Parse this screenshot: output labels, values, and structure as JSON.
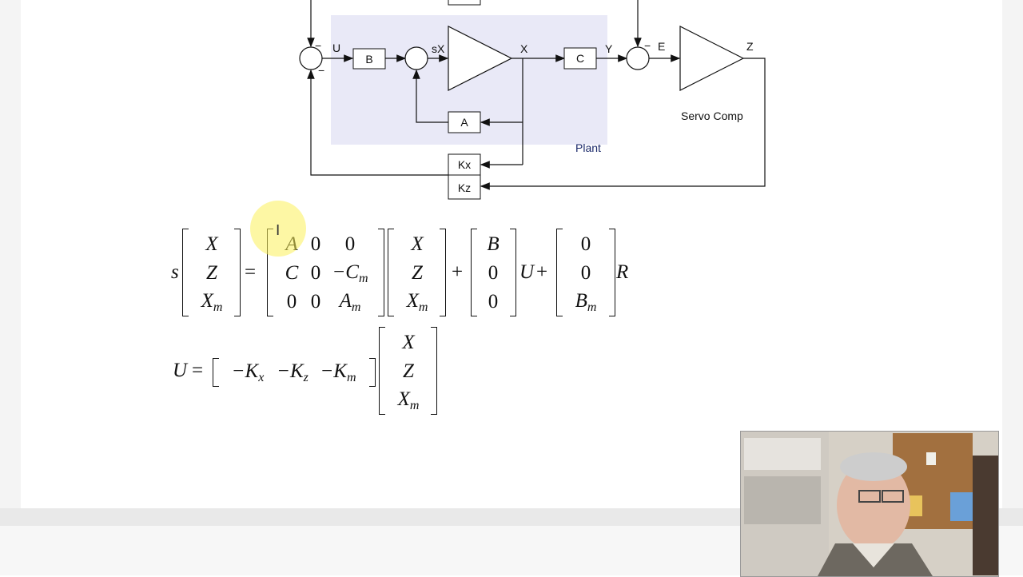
{
  "diagram": {
    "blocks": {
      "B": "B",
      "C": "C",
      "A": "A",
      "Kx": "Kx",
      "Kz": "Kz"
    },
    "signals": {
      "U": "U",
      "sX": "sX",
      "X": "X",
      "Y": "Y",
      "E": "E",
      "Z": "Z"
    },
    "signs": {
      "sum1_top": "−",
      "sum1_bottom": "−",
      "sum3_left": "−"
    },
    "plant_label": "Plant",
    "servo_label": "Servo Comp",
    "colors": {
      "plant_bg": "#e9e9f7",
      "plant_label": "#1c2a6b",
      "line": "#111111"
    }
  },
  "equations": {
    "eq1": {
      "lhs_s": "s",
      "state_vector": [
        "X",
        "Z",
        "X_m"
      ],
      "equals": "=",
      "A_matrix": [
        [
          "A",
          "0",
          "0"
        ],
        [
          "C",
          "0",
          "−C_m"
        ],
        [
          "0",
          "0",
          "A_m"
        ]
      ],
      "state_vector_rhs": [
        "X",
        "Z",
        "X_m"
      ],
      "plus1": "+",
      "B_vector": [
        "B",
        "0",
        "0"
      ],
      "U": "U",
      "plus2": "+",
      "R_vector": [
        "0",
        "0",
        "B_m"
      ],
      "R": "R"
    },
    "eq2": {
      "lhs": "U",
      "equals": "=",
      "gain_row": [
        "−K_x",
        "−K_z",
        "−K_m"
      ],
      "state_vector": [
        "X",
        "Z",
        "X_m"
      ]
    }
  },
  "overlays": {
    "cursor_color": "#fcf05a",
    "webcam_icon": "person-webcam-icon"
  }
}
